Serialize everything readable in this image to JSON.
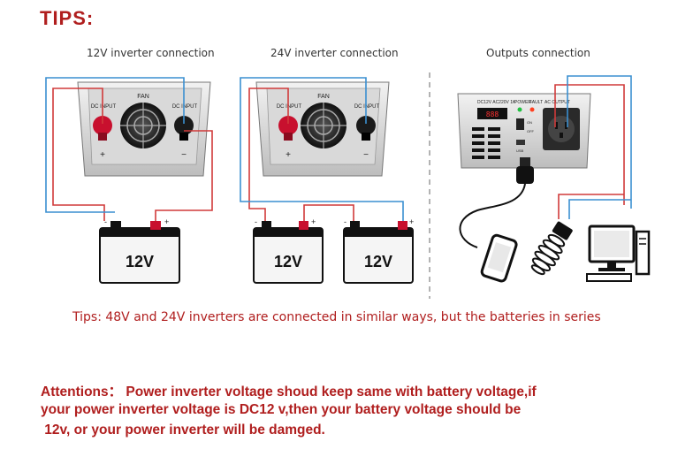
{
  "heading": "TIPS:",
  "captions": {
    "left": "12V inverter connection",
    "middle": "24V inverter connection",
    "right": "Outputs connection"
  },
  "inverter_labels": {
    "fan": "FAN",
    "dc_input": "DC INPUT",
    "plus": "+",
    "minus": "−"
  },
  "battery_label": "12V",
  "terminal_plus": "+",
  "terminal_minus": "-",
  "outputs_panel": {
    "indicators": "DC12V AC220V 1K",
    "power": "POWER",
    "fault": "FAULT",
    "ac_output": "AC OUTPUT",
    "on": "ON",
    "off": "OFF",
    "usb": "USB"
  },
  "tip": "Tips: 48V and 24V inverters are connected in similar ways, but the batteries in series",
  "attention": {
    "line1": "Attentions： Power inverter voltage shoud keep same with battery voltage,if",
    "line2": "your power inverter voltage is DC12 v,then your battery voltage should be",
    "line3": " 12v, or your power inverter will be damged."
  },
  "colors": {
    "accent": "#b01e1e",
    "wire_positive": "#d13a3a",
    "wire_negative": "#3a8fd1"
  }
}
